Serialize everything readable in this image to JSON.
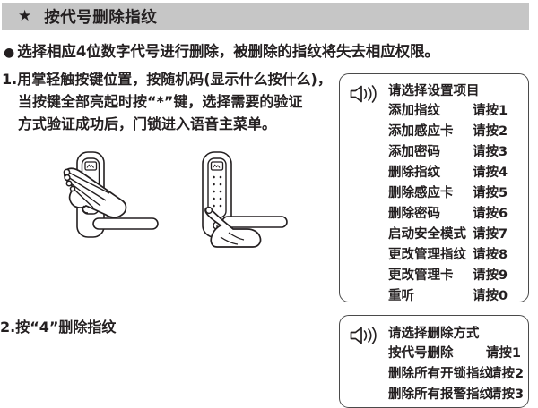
{
  "header": {
    "star_icon": "★",
    "title": "按代号删除指纹"
  },
  "bullet": {
    "dot": "●",
    "text": "选择相应4位数字代号进行删除，被删除的指纹将失去相应权限。"
  },
  "steps": [
    {
      "id": "step-1",
      "lines": [
        "1.用掌轻触按键位置，按随机码(显示什么按什么)，",
        "当按键全部亮起时按“*”键，选择需要的验证",
        "方式验证成功后，门锁进入语音主菜单。"
      ]
    },
    {
      "id": "step-2",
      "lines": [
        "2.按“4”删除指纹"
      ]
    }
  ],
  "illustrations": [
    {
      "name": "palm-touch-lock",
      "caption": ""
    },
    {
      "name": "finger-press-lock",
      "caption": ""
    }
  ],
  "voice_boxes": [
    {
      "id": "voice-box-1",
      "icon": "speaker-icon",
      "title": "请选择设置项目",
      "rows": [
        {
          "label": "添加指纹",
          "key": "请按1"
        },
        {
          "label": "添加感应卡",
          "key": "请按2"
        },
        {
          "label": "添加密码",
          "key": "请按3"
        },
        {
          "label": "删除指纹",
          "key": "请按4"
        },
        {
          "label": "删除感应卡",
          "key": "请按5"
        },
        {
          "label": "删除密码",
          "key": "请按6"
        },
        {
          "label": "启动安全模式",
          "key": "请按7"
        },
        {
          "label": "更改管理指纹",
          "key": "请按8"
        },
        {
          "label": "更改管理卡",
          "key": "请按9"
        },
        {
          "label": "重听",
          "key": "请按0"
        }
      ]
    },
    {
      "id": "voice-box-2",
      "icon": "speaker-icon",
      "title": "请选择删除方式",
      "rows": [
        {
          "label": "按代号删除",
          "key": "请按1"
        },
        {
          "label": "删除所有开锁指纹",
          "key": "请按2"
        },
        {
          "label": "删除所有报警指纹",
          "key": "请按3"
        }
      ]
    }
  ],
  "colors": {
    "header_bg": "#c6c6c6",
    "text": "#231f20",
    "box_border": "#4a4a4a",
    "page_bg": "#ffffff"
  }
}
